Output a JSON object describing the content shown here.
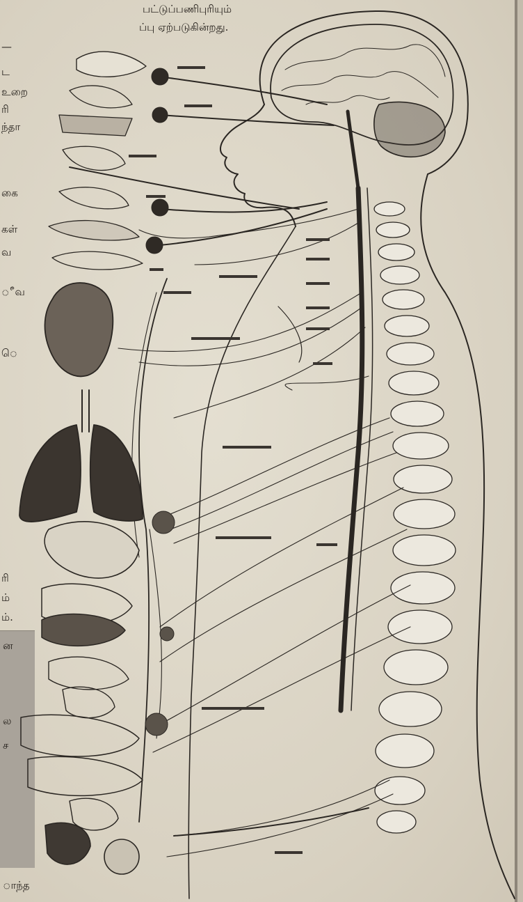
{
  "page_text": {
    "top_line_1": "பட்டுப்பணிபுரியும்",
    "top_line_2": "ப்பு ஏற்படுகின்றது.",
    "left_fragments": [
      "—",
      "ட",
      "உறை",
      "ரி",
      "ந்தா",
      "கை",
      "கள்",
      "வ",
      "ீவ",
      "ெ",
      "ரி",
      "ம்",
      "ம்.",
      "ன",
      "ல",
      "ச"
    ],
    "bottom_fragment": "ாந்த"
  },
  "colors": {
    "paper": "#ddd7c8",
    "ink": "#1f1c18",
    "panel": "#a9a39a"
  }
}
